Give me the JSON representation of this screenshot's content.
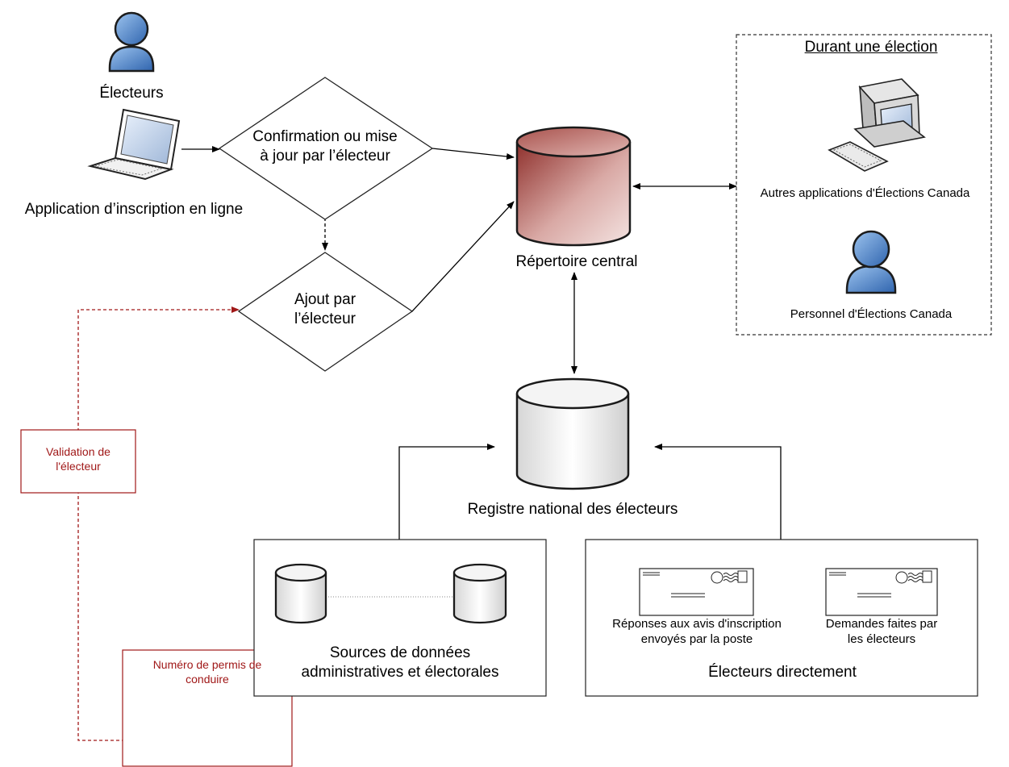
{
  "voters_label": "Électeurs",
  "online_app_label": "Application d’inscription en ligne",
  "confirmation_diamond": [
    "Confirmation ou mise",
    "à jour par l’électeur"
  ],
  "addition_diamond": [
    "Ajout par",
    "l’électeur"
  ],
  "central_repository_label": "Répertoire central",
  "during_election": {
    "title": "Durant une élection",
    "other_apps_label": "Autres applications d'Élections Canada",
    "staff_label": "Personnel d'Élections Canada"
  },
  "national_register_label": "Registre national des électeurs",
  "validation_label": [
    "Validation de",
    "l'électeur"
  ],
  "licence_label": [
    "Numéro de permis de",
    "conduire"
  ],
  "admin_sources": {
    "label": [
      "Sources de données",
      "administratives et électorales"
    ]
  },
  "voters_direct": {
    "label": "Électeurs directement",
    "mail_replies_label": [
      "Réponses aux avis d'inscription",
      "envoyés par la poste"
    ],
    "requests_label": [
      "Demandes faites par",
      "les électeurs"
    ]
  },
  "colors": {
    "red_accent": "#a01818",
    "db_red_top": "#c98a86",
    "db_red_body": "#b05a55",
    "person_blue": "#3a78c4"
  }
}
